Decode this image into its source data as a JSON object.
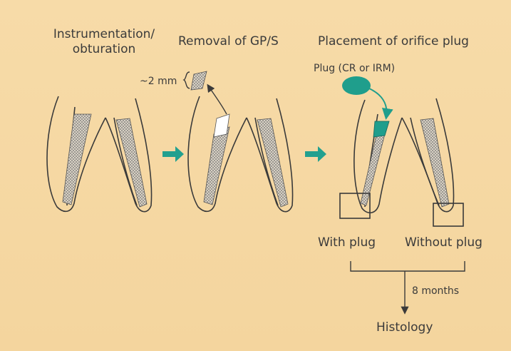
{
  "headings": {
    "step1_line1": "Instrumentation/",
    "step1_line2": "obturation",
    "step2": "Removal of GP/S",
    "step3": "Placement of orifice plug"
  },
  "annotations": {
    "removal_depth": "~2 mm",
    "plug_material": "Plug (CR or IRM)",
    "interval": "8 months"
  },
  "groups": {
    "with_plug": "With plug",
    "without_plug": "Without plug"
  },
  "outcome": "Histology",
  "colors": {
    "background": "#f6d9a4",
    "tooth_outline": "#3a3a3a",
    "filling_hatch": "#9a9a9a",
    "plug_teal": "#1f9e8c",
    "arrow_teal": "#22a08f",
    "text": "#3b3b3b"
  }
}
